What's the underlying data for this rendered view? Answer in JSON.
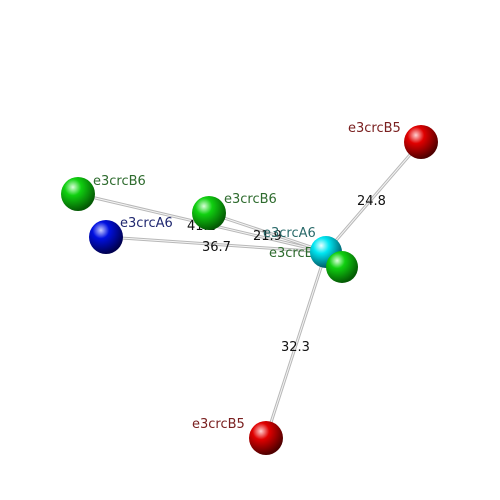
{
  "colors": {
    "cyan": "#00e6f2",
    "green": "#10d010",
    "red": "#e00000",
    "blue": "#0010e0",
    "label_green": "#2e6b2e",
    "label_red": "#7a2020",
    "label_blue": "#202870",
    "label_cyan": "#2a6a6a",
    "bond": "#b8b8b8"
  },
  "atoms": [
    {
      "name": "e3crcA6",
      "color": "cyan"
    },
    {
      "name": "e3crcB5",
      "color": "red"
    },
    {
      "name": "e3crcB6",
      "color": "green"
    },
    {
      "name": "e3crcA6",
      "color": "blue"
    },
    {
      "name": "e3crcB6",
      "color": "green"
    },
    {
      "name": "e3crcB5",
      "color": "red"
    },
    {
      "name": "e3crcB6",
      "color": "green"
    }
  ],
  "distances": [
    {
      "from": "e3crcA6",
      "to": "e3crcB5",
      "label": "24.8"
    },
    {
      "from": "e3crcA6",
      "to": "e3crcB6",
      "label": "41.2"
    },
    {
      "from": "e3crcA6",
      "to": "e3crcA6",
      "label": "36.7"
    },
    {
      "from": "e3crcA6",
      "to": "e3crcB6",
      "label": "21.9"
    },
    {
      "from": "e3crcA6",
      "to": "e3crcB5",
      "label": "32.3"
    }
  ]
}
